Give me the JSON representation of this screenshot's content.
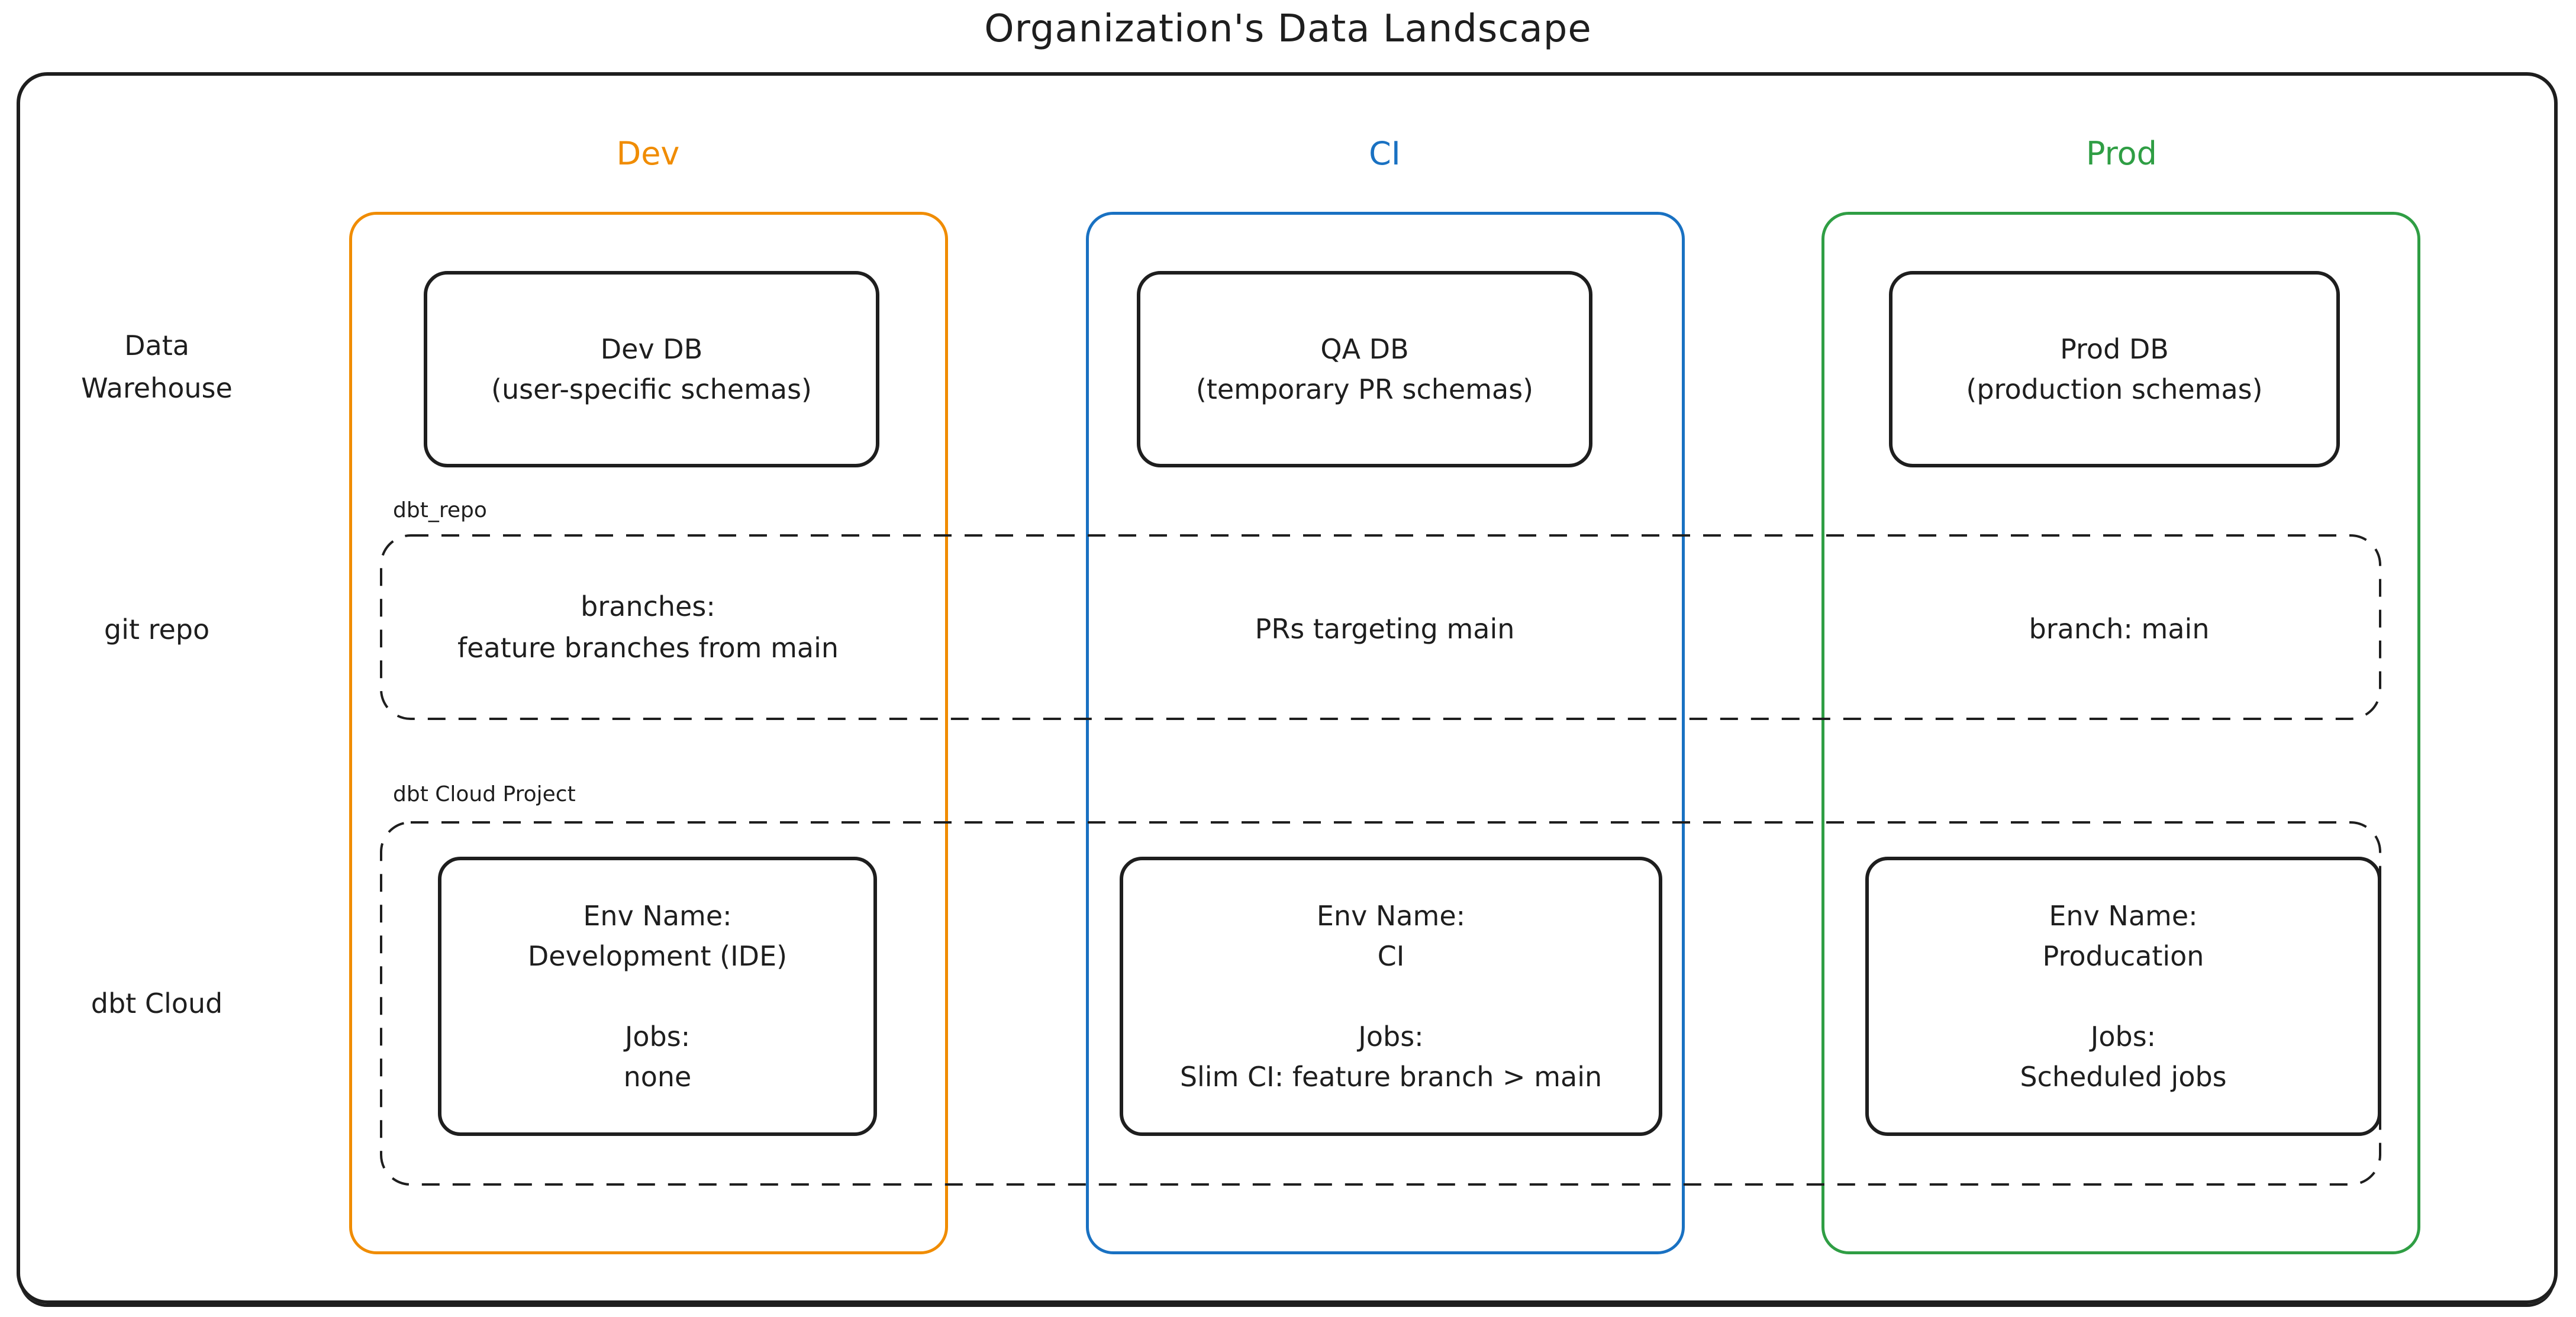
{
  "title": "Organization's Data Landscape",
  "colors": {
    "dev": "#f08c00",
    "ci": "#1971c2",
    "prod": "#2f9e44",
    "ink": "#1e1e1e"
  },
  "row_labels": {
    "warehouse": "Data\nWarehouse",
    "git_repo": "git repo",
    "dbt_cloud": "dbt Cloud"
  },
  "group_labels": {
    "repo": "dbt_repo",
    "project": "dbt Cloud Project"
  },
  "columns": [
    {
      "header": "Dev",
      "db": "Dev DB\n(user-specific schemas)",
      "git": "branches:\nfeature branches from main",
      "env": "Env Name:\nDevelopment (IDE)\n\nJobs:\nnone"
    },
    {
      "header": "CI",
      "db": "QA DB\n(temporary PR schemas)",
      "git": "PRs targeting main",
      "env": "Env Name:\nCI\n\nJobs:\nSlim CI: feature branch > main"
    },
    {
      "header": "Prod",
      "db": "Prod DB\n(production schemas)",
      "git": "branch: main",
      "env": "Env Name:\nProducation\n\nJobs:\nScheduled jobs"
    }
  ]
}
